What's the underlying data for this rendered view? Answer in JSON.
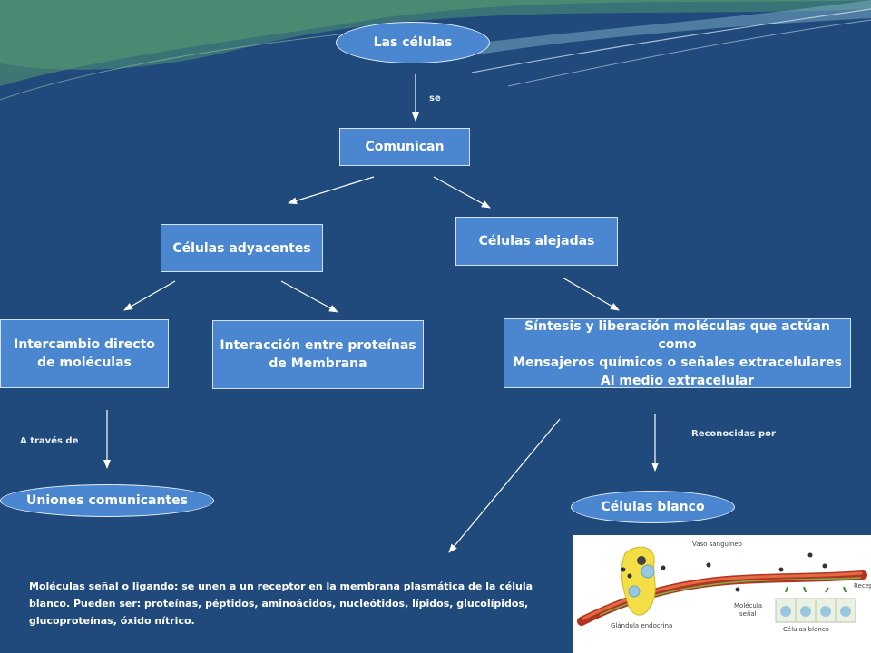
{
  "nodes": {
    "root": "Las células",
    "communicate": "Comunican",
    "adjacent": "Células adyacentes",
    "distant": "Células alejadas",
    "direct_exchange": "Intercambio directo\nde moléculas",
    "membrane_interaction": "Interacción entre proteínas\nde Membrana",
    "synthesis": "Síntesis y liberación moléculas que actúan como\nMensajeros químicos o señales  extracelulares\nAl medio extracelular",
    "gap_junctions": "Uniones comunicantes",
    "target_cells": "Células blanco"
  },
  "edge_labels": {
    "se": "se",
    "a_traves_de": "A través de",
    "reconocidas_por": "Reconocidas por"
  },
  "note": "Moléculas señal o ligando: se unen a un receptor en la membrana plasmática de la célula blanco. Pueden ser: proteínas, péptidos, aminoácidos, nucleótidos, lípidos, glucolípidos, glucoproteínas, óxido nítrico.",
  "illustration": {
    "vessel": "Vaso sanguíneo",
    "receptor": "Receptor",
    "signal_molecule_1": "Molécula",
    "signal_molecule_2": "señal",
    "gland": "Glándula endocrina",
    "target": "Células blanco"
  },
  "colors": {
    "background": "#1f4a7b",
    "node_fill": "#4a87d0",
    "node_border": "#d6e2f3",
    "arrow": "#ffffff",
    "swoosh": "#4f8a76"
  }
}
